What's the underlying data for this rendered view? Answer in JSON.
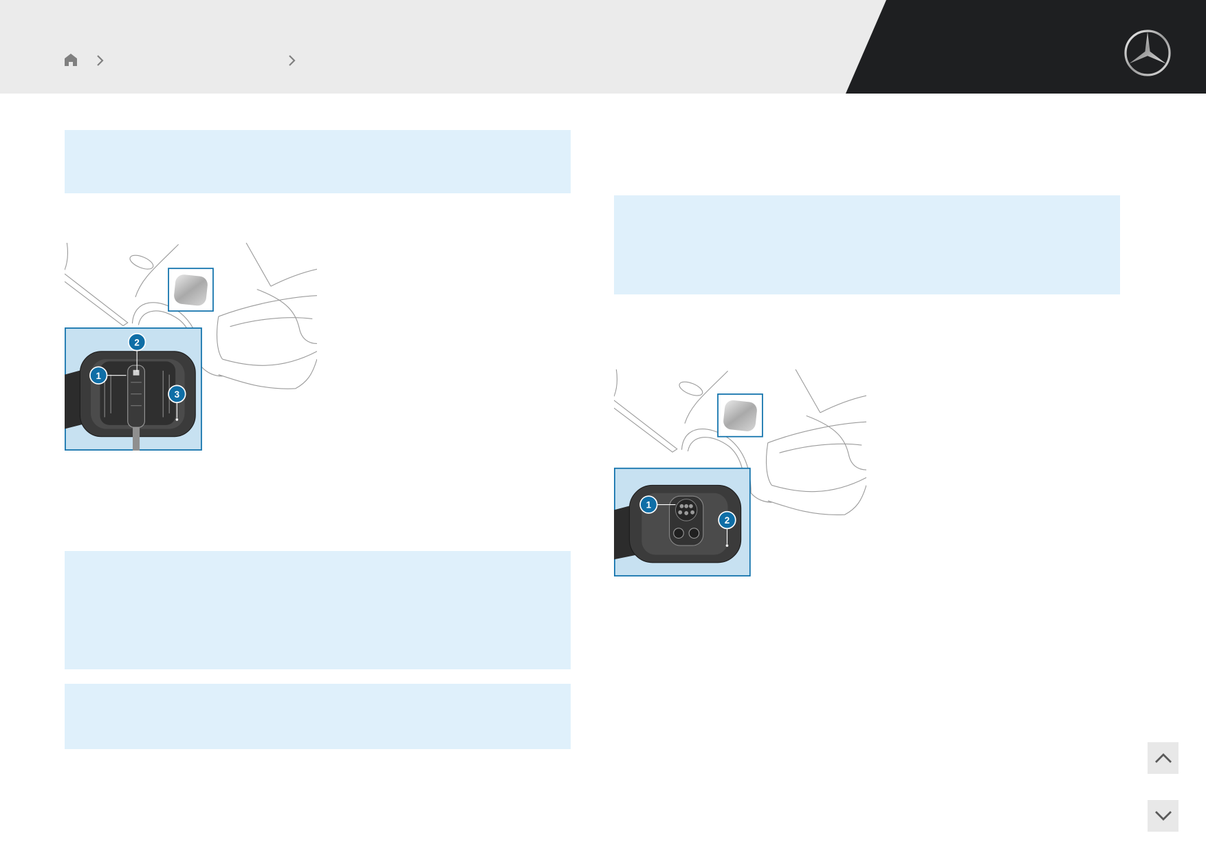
{
  "colors": {
    "header_background": "#ebebeb",
    "header_dark": "#1e1f21",
    "info_box": "#dff0fb",
    "accent": "#0f6ea6"
  },
  "header": {
    "breadcrumb": {
      "home_icon": "home-icon",
      "separator_icon": "chevron-right-icon"
    },
    "logo": "mercedes-star-logo"
  },
  "illustrations": [
    {
      "callouts": [
        "1",
        "2",
        "3"
      ]
    },
    {
      "callouts": [
        "1",
        "2"
      ]
    }
  ],
  "navigation": {
    "scroll_up_icon": "chevron-up-icon",
    "scroll_down_icon": "chevron-down-icon"
  }
}
